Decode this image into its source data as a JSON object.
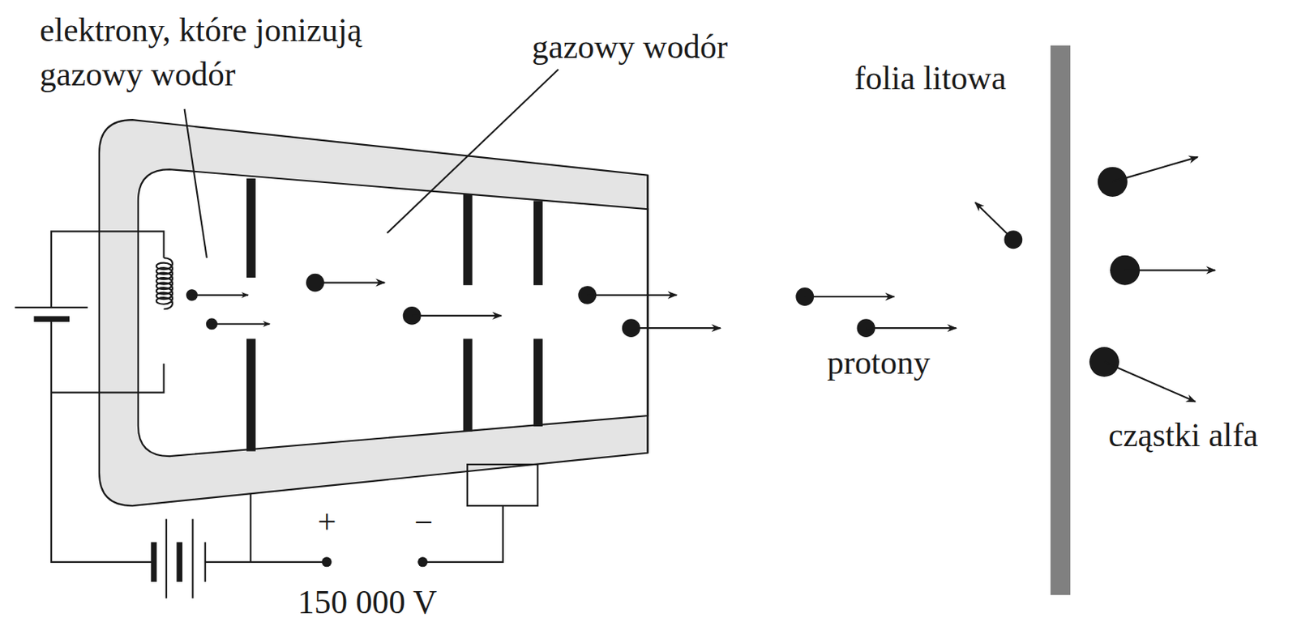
{
  "diagram": {
    "labels": [
      "elektrony, które jonizują gazowy wodór",
      "gazowy wodór",
      "folia litowa",
      "protony",
      "cząstki alfa",
      "+",
      "−",
      "150 000 V"
    ]
  }
}
